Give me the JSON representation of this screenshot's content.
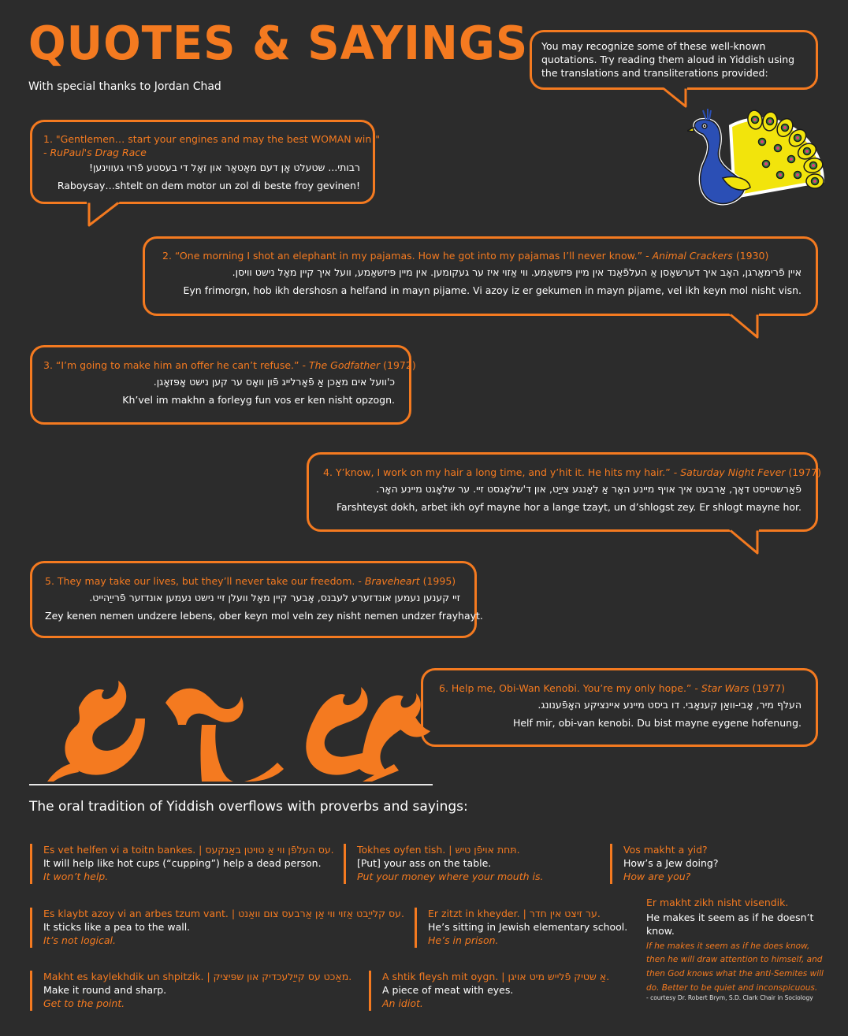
{
  "header": {
    "title": "QUOTES & SAYINGS",
    "subtitle": "With special thanks to Jordan Chad"
  },
  "intro": {
    "text": "You may recognize some of these well-known quotations. Try reading them aloud in Yiddish using the translations and transliterations provided:"
  },
  "quotes": [
    {
      "quote": "1. \"Gentlemen… start your engines and may the best WOMAN win!\"",
      "source": "- RuPaul's Drag Race",
      "year": "",
      "hebrew": "רבותי... שטעלט אָן דעם מאָטאָר און זאָל די בעסטע פֿרוי געווינען!",
      "translit": "Raboysay…shtelt on dem motor un zol di beste froy gevinen!"
    },
    {
      "quote": "2. “One morning I shot an elephant in my pajamas. How he got into my pajamas I’ll never know.” -",
      "source": "Animal Crackers",
      "year": "(1930)",
      "hebrew": "איין פֿרימאָרגן, האָב איך דערשאָסן אַ העלפֿאַנד אין מיין פּיזשאַמע. ווי אַזוי איז ער געקומען. אין מיין פּיזשאַמע, וועל איך קיין מאָל נישט וויסן.",
      "translit": "Eyn frimorgn, hob ikh dershosn a helfand in mayn pijame. Vi azoy iz er gekumen in mayn pijame, vel ikh keyn mol nisht visn."
    },
    {
      "quote": "3. “I’m going to make him an offer he can’t refuse.” -",
      "source": "The Godfather",
      "year": "(1972)",
      "hebrew": "כ'וועל אים מאַכן אַ פֿאָרלייג פֿון וואָס ער קען נישט אָפּזאָגן.",
      "translit": "Kh’vel im makhn a forleyg fun vos er ken nisht opzogn."
    },
    {
      "quote": "4. Y’know, I work on my hair a long time, and y’hit it. He hits my hair.” -",
      "source": "Saturday Night Fever",
      "year": "(1977)",
      "hebrew": "פֿאַרשטייסט דאָך, אַרבעט איך אויף מיינע האָר אַ לאַנגע צייַט, און ד'שלאָגסט זיי. ער שלאָגט מיינע האָר.",
      "translit": "Farshteyst dokh, arbet ikh oyf mayne hor a lange tzayt, un d’shlogst zey. Er shlogt mayne hor."
    },
    {
      "quote": "5. They may take our lives, but they’ll never take our freedom. -",
      "source": "Braveheart",
      "year": "(1995)",
      "hebrew": "זיי קענען נעמען אונדזערע לעבנס, אָבער קיין מאָל וועלן זיי נישט נעמען אונדזער פֿרייַהייט.",
      "translit": "Zey kenen nemen undzere lebens, ober keyn mol veln zey nisht nemen undzer frayhayt."
    },
    {
      "quote": "6. Help me, Obi-Wan Kenobi. You’re my only hope.” -",
      "source": "Star Wars",
      "year": "(1977)",
      "hebrew": "העלף מיר, אָבי-וואַן קענאָבי. דו ביסט מיינע איינציקע האָפֿענונג.",
      "translit": "Helf mir, obi-van kenobi. Du bist mayne eygene hofenung."
    }
  ],
  "oral": {
    "heading": "The oral tradition of Yiddish overflows with proverbs and sayings:",
    "proverbs": [
      {
        "orig": "Es vet helfen vi a toitn bankes. | עס העלפֿן ווי אַ טויטן באַנקעס.",
        "trans": "It will help like hot cups (“cupping”) help a dead person.",
        "meaning": "It won’t help."
      },
      {
        "orig": "Tokhes oyfen tish. | תּחת אויפֿן טיש.",
        "trans": "[Put] your ass on the table.",
        "meaning": "Put your money where your mouth is."
      },
      {
        "orig": "Vos makht a yid?",
        "trans": "How’s a Jew doing?",
        "meaning": "How are you?"
      },
      {
        "orig": "Es klaybt azoy vi an arbes tzum vant. | עס קלייַבט אַזוי ווי אַן אַרבעס צום וואַנט.",
        "trans": "It sticks like a pea to the wall.",
        "meaning": "It’s not logical."
      },
      {
        "orig": "Er zitzt in kheyder. | ער זיצט אין חדר.",
        "trans": "He’s sitting in Jewish elementary school.",
        "meaning": "He’s in prison."
      },
      {
        "orig": "Makht es kaylekhdik un shpitzik. | מאַכט עס קייַלעכדיק און שפּיציק.",
        "trans": "Make it round and sharp.",
        "meaning": "Get to the point."
      },
      {
        "orig": "A shtik fleysh mit oygn. | אַ שטיק פֿלייש מיט אויגן.",
        "trans": "A piece of meat with eyes.",
        "meaning": "An idiot."
      }
    ],
    "note": {
      "title": "Er makht zikh nisht visendik.",
      "trans": "He makes it seem as if he doesn’t know.",
      "body": "If he makes it seem as if he does know, then he will draw attention to himself, and then God knows what the anti-Semites will do. Better to be quiet and inconspicuous."
    },
    "credit": "- courtesy Dr. Robert Brym, S.D. Clark Chair in Sociology"
  },
  "colors": {
    "accent": "#f47a20",
    "background": "#2c2c2c",
    "text": "#ffffff"
  },
  "icons": [
    "peacock-illustration",
    "yiddish-word-art"
  ]
}
